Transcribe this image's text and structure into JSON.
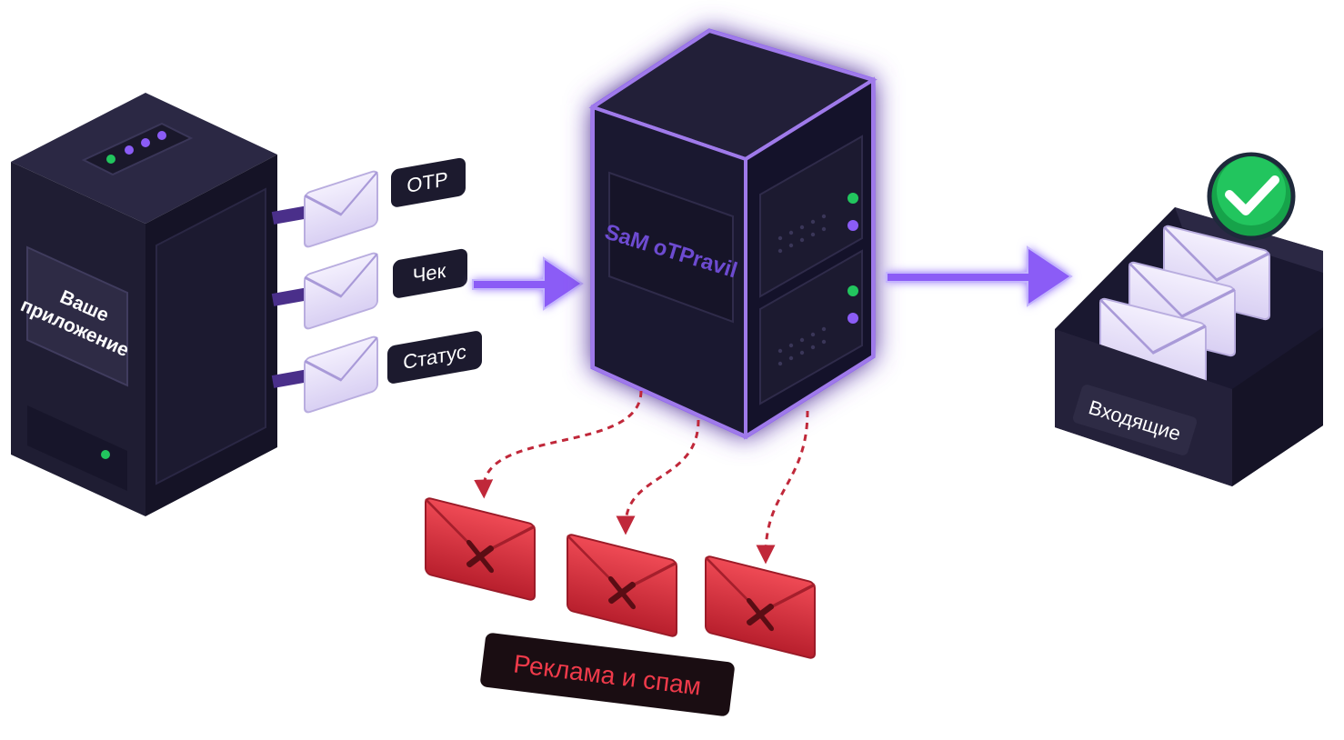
{
  "app": {
    "label": "Ваше приложение",
    "label_lines": [
      "Ваше",
      "приложение"
    ]
  },
  "messages": [
    {
      "label": "OTP"
    },
    {
      "label": "Чек"
    },
    {
      "label": "Статус"
    }
  ],
  "server": {
    "label": "SaM oTPravil"
  },
  "inbox": {
    "label": "Входящие"
  },
  "spam": {
    "label": "Реклама и спам"
  },
  "colors": {
    "accent": "#8b5cf6",
    "glow": "#6d28d9",
    "ok": "#22c55e",
    "reject": "#dc2f3c",
    "dark": "#1c1a2e"
  }
}
